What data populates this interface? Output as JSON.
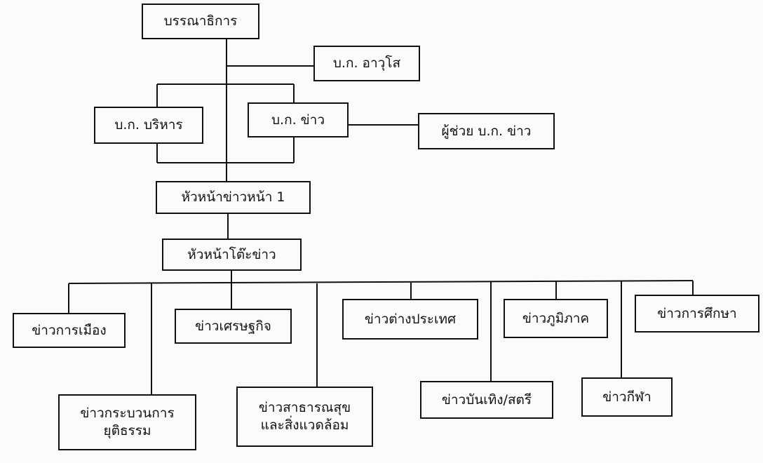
{
  "org_chart": {
    "editor": "บรรณาธิการ",
    "advisor_editor": "บ.ก. อาวุโส",
    "admin_editor": "บ.ก. บริหาร",
    "news_editor": "บ.ก. ข่าว",
    "assistant_news_editor": "ผู้ช่วย บ.ก. ข่าว",
    "front_page_chief": "หัวหน้าข่าวหน้า 1",
    "desk_chief": "หัวหน้าโต๊ะข่าว",
    "desks": {
      "politics": "ข่าวการเมือง",
      "justice_line1": "ข่าวกระบวนการ",
      "justice_line2": "ยุติธรรม",
      "economy": "ข่าวเศรษฐกิจ",
      "health_line1": "ข่าวสาธารณสุข",
      "health_line2": "และสิ่งแวดล้อม",
      "foreign": "ข่าวต่างประเทศ",
      "entertainment": "ข่าวบันเทิง/สตรี",
      "regional": "ข่าวภูมิภาค",
      "sports": "ข่าวกีฬา",
      "education": "ข่าวการศึกษา"
    }
  }
}
